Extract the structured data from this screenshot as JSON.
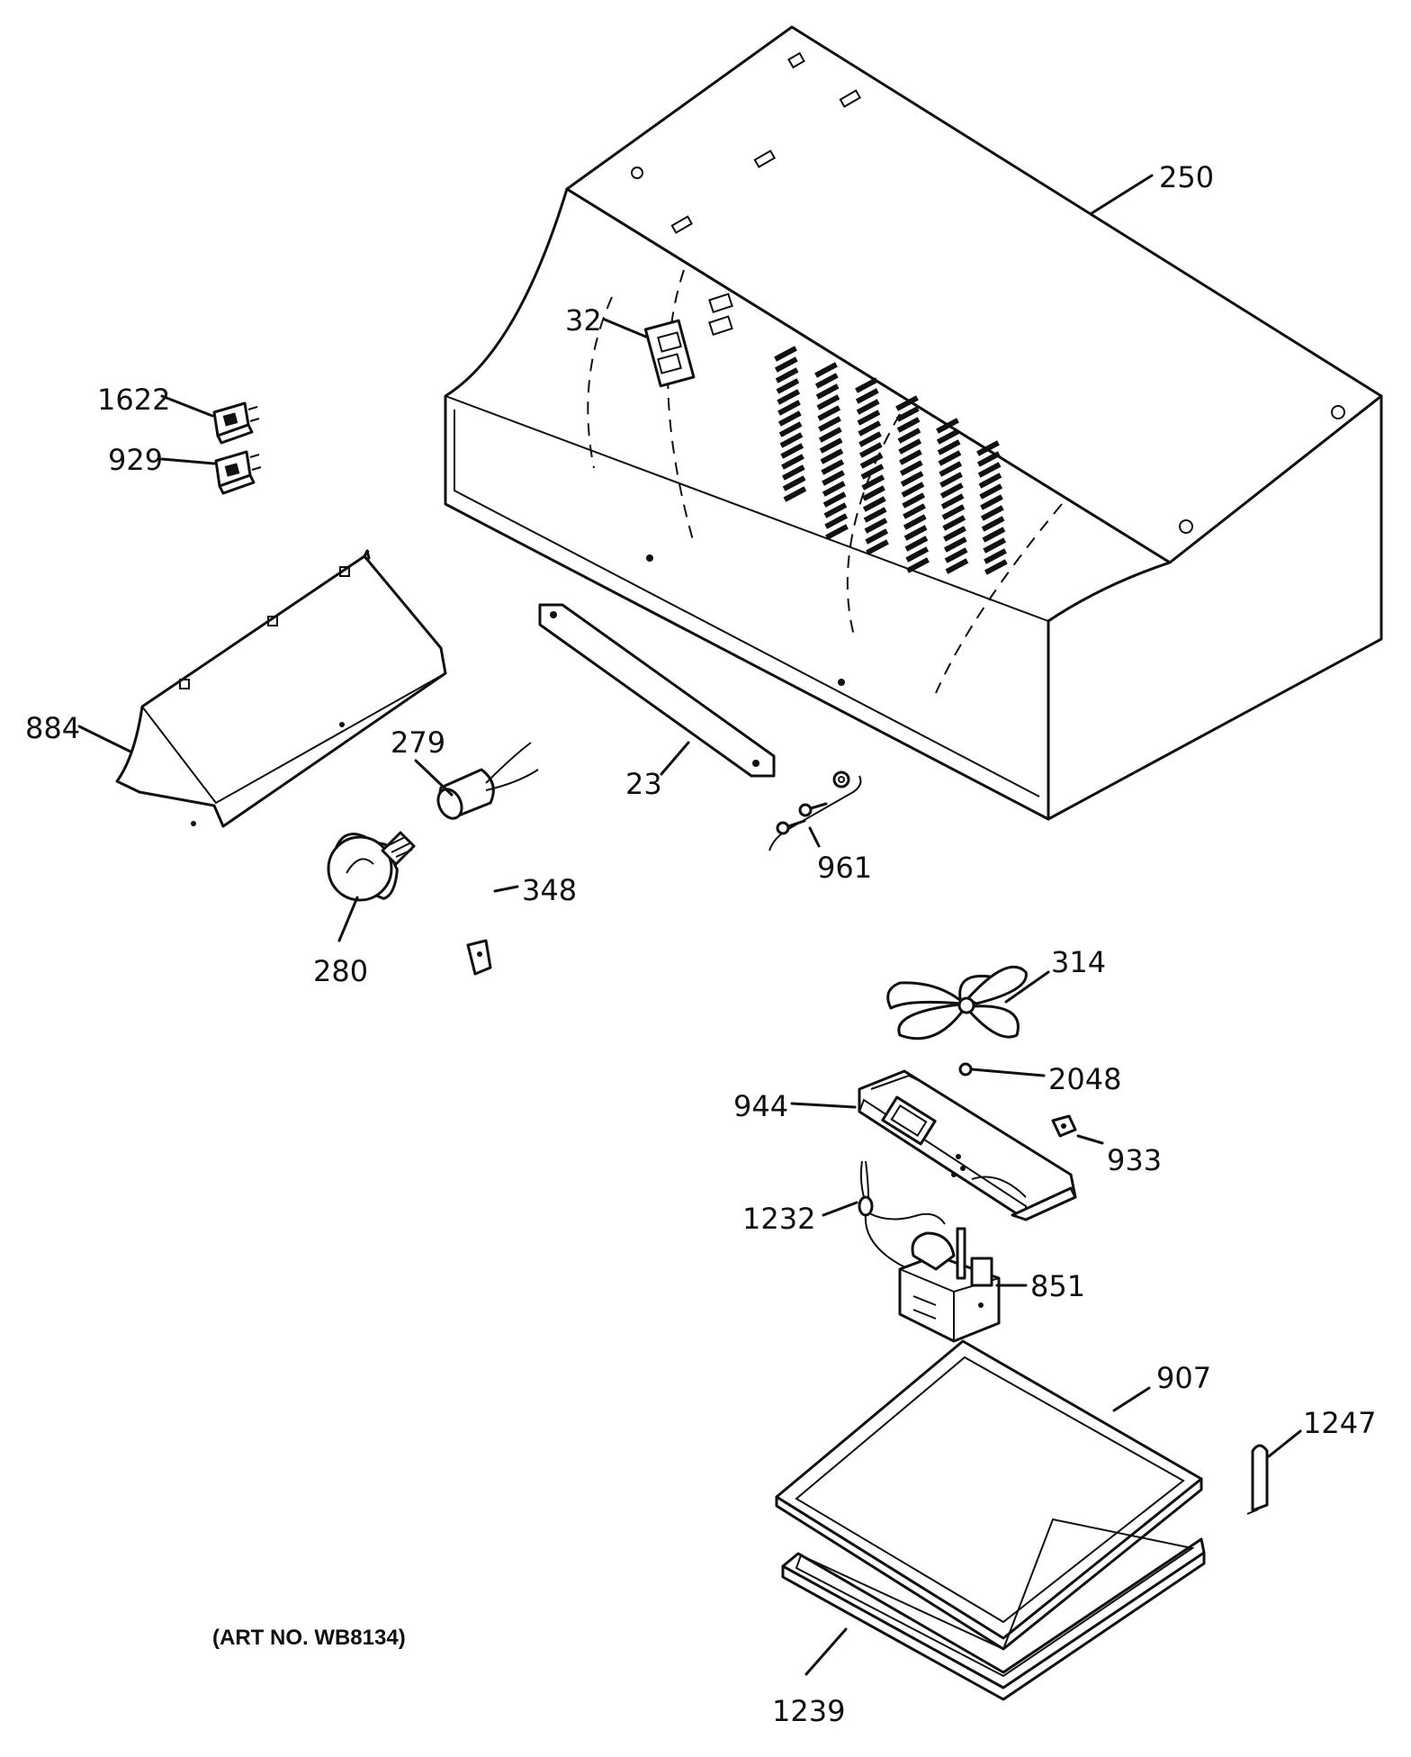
{
  "callouts": {
    "c250": "250",
    "c32": "32",
    "c1622": "1622",
    "c929": "929",
    "c884": "884",
    "c279": "279",
    "c23": "23",
    "c961": "961",
    "c348": "348",
    "c280": "280",
    "c314": "314",
    "c2048": "2048",
    "c944": "944",
    "c933": "933",
    "c1232": "1232",
    "c851": "851",
    "c907": "907",
    "c1247": "1247",
    "c1239": "1239"
  },
  "art_number": "(ART NO. WB8134)"
}
